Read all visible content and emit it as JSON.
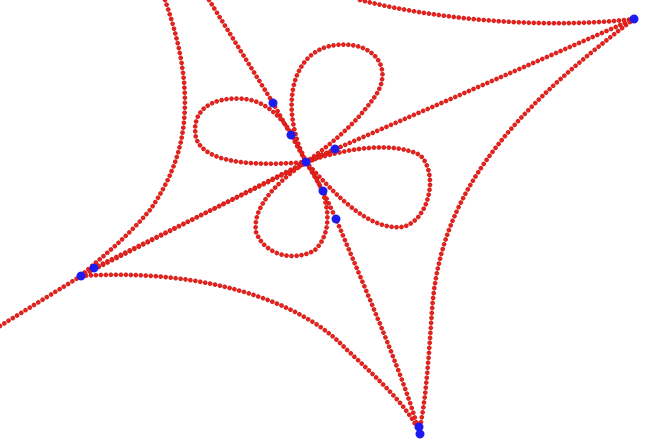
{
  "colors": {
    "background": "#ffffff",
    "curve_dot": "#e8211c",
    "curve_dot_edge": "#c2140f",
    "intersection_point": "#1c1cf0"
  },
  "figure": {
    "type": "curve-dot-diagram",
    "elements": [
      "four-petal-loop",
      "curved-star-outline",
      "secant-line",
      "intersection-points"
    ]
  }
}
